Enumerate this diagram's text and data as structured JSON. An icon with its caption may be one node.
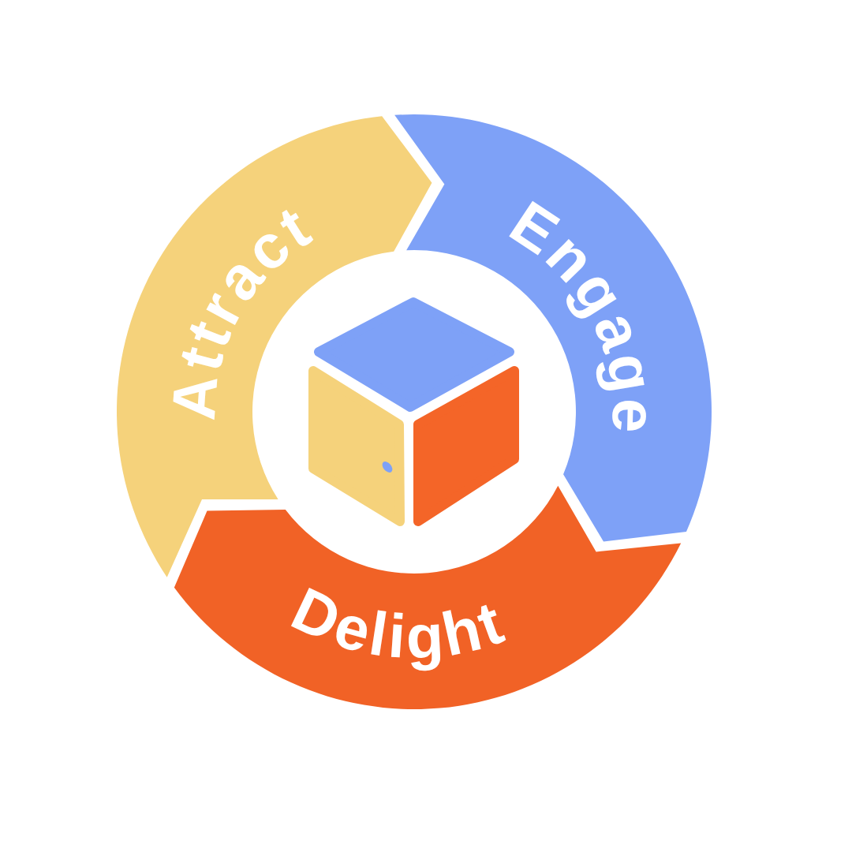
{
  "diagram": {
    "nodes": [
      {
        "text": [
          "Attract"
        ]
      },
      {
        "text": [
          "Engage"
        ]
      },
      {
        "text": [
          "Delight"
        ]
      }
    ]
  }
}
